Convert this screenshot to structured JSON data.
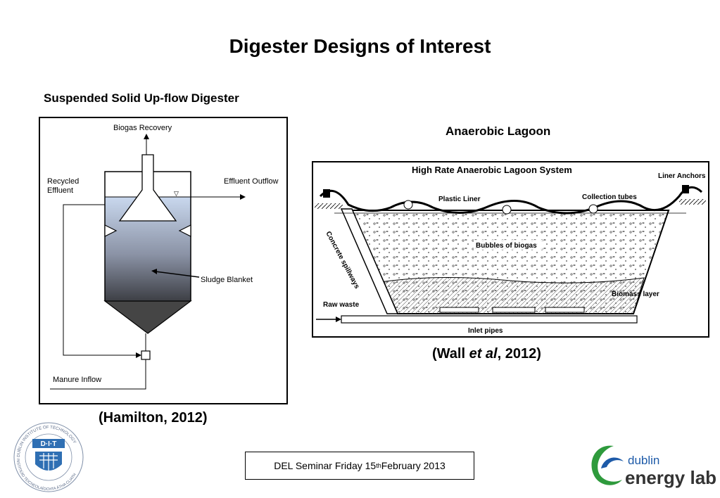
{
  "slide": {
    "title": "Digester Designs of Interest",
    "left_heading": "Suspended Solid Up-flow Digester",
    "right_heading": "Anaerobic Lagoon",
    "left_caption": "(Hamilton, 2012)",
    "right_caption": {
      "prefix": "(Wall ",
      "italic": "et al",
      "suffix": ", 2012)"
    },
    "footer": {
      "pre": "DEL Seminar Friday 15",
      "sup": "th",
      "post": " February 2013"
    }
  },
  "digester": {
    "biogas": "Biogas Recovery",
    "recycled_1": "Recycled",
    "recycled_2": "Effluent",
    "effluent": "Effluent Outflow",
    "sludge": "Sludge Blanket",
    "manure": "Manure Inflow"
  },
  "lagoon": {
    "title": "High Rate Anaerobic Lagoon System",
    "liner_anchors": "Liner Anchors",
    "plastic_liner": "Plastic Liner",
    "collection_tubes": "Collection tubes",
    "bubbles": "Bubbles of biogas",
    "concrete": "Concrete spillways",
    "biomass": "Biomass layer",
    "raw_waste": "Raw waste",
    "inlet_pipes": "Inlet pipes"
  },
  "logos": {
    "dit_letters": "D·I·T",
    "dit_ring_top": "DUBLIN INSTITUTE OF TECHNOLOGY",
    "dit_ring_bottom": "INSTITIÚID TEICNEOLAÍOCHTA ÁTHA CLIATH",
    "del_line1": "dublin",
    "del_line2": "energy lab."
  },
  "colors": {
    "logo_green": "#2e9a3c",
    "logo_blue": "#1d5aa8",
    "dit_blue": "#2f6fb3"
  }
}
